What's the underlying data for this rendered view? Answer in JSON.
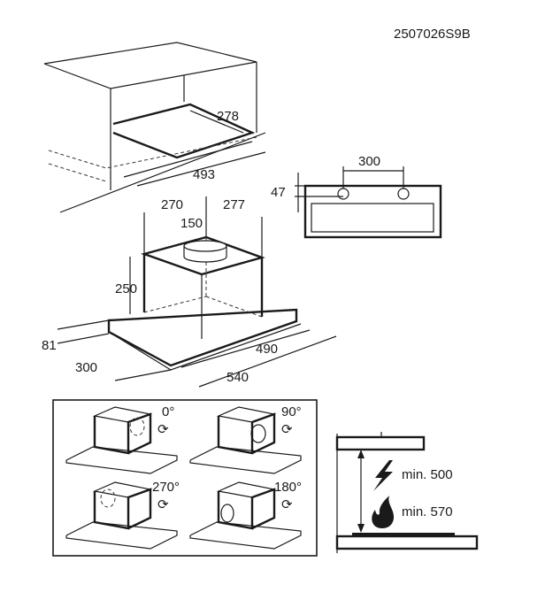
{
  "product_code": "2507026S9B",
  "cabinet": {
    "depth": "278",
    "width": "493"
  },
  "top_view": {
    "hole_spacing": "300",
    "hole_offset": "47"
  },
  "hood": {
    "left_offset": "270",
    "right_offset": "277",
    "duct_diameter": "150",
    "box_height": "250",
    "base_height": "81",
    "depth": "300",
    "inner_width": "490",
    "outer_width": "540"
  },
  "rotations": [
    "0°",
    "90°",
    "270°",
    "180°"
  ],
  "clearance": {
    "electric": "min. 500",
    "gas": "min. 570"
  },
  "icons": [
    "rotate-icon",
    "lightning-icon",
    "flame-icon"
  ]
}
